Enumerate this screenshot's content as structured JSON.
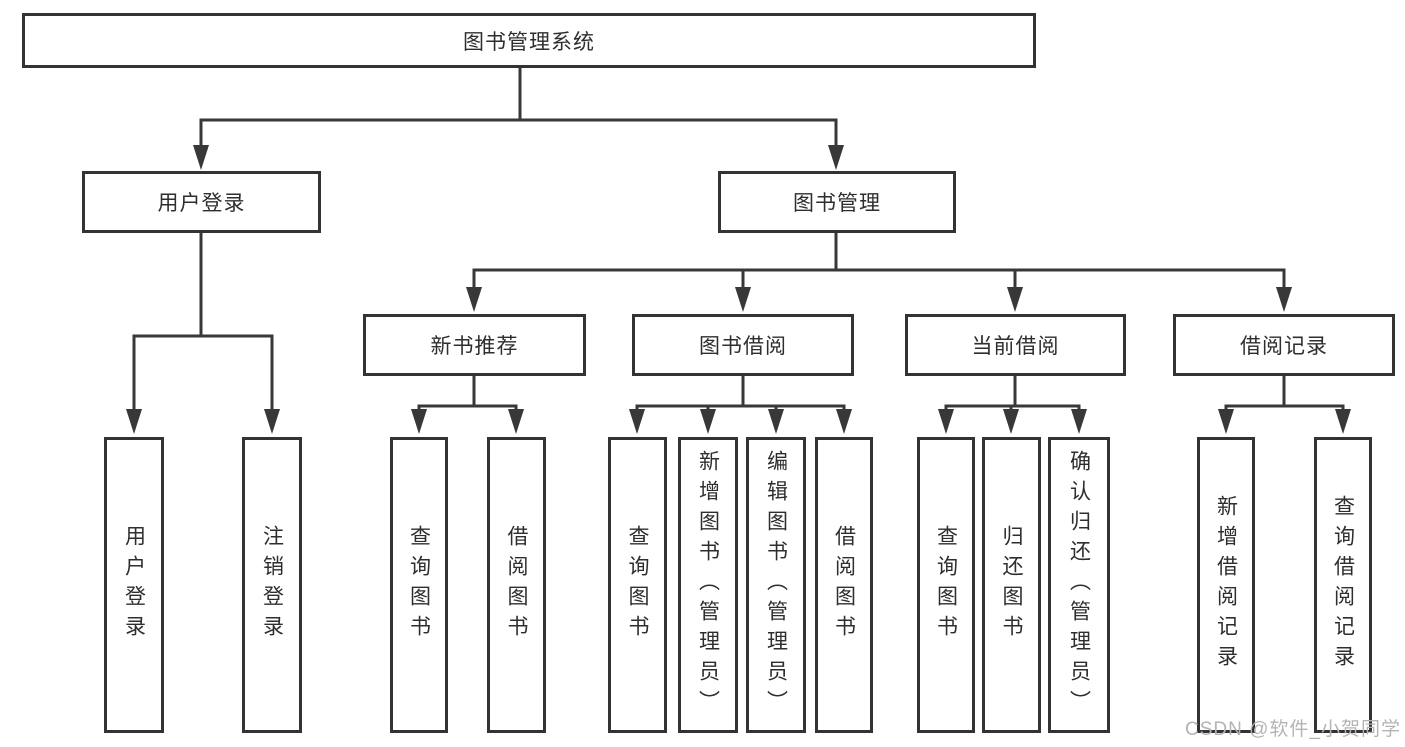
{
  "diagram": {
    "type": "hierarchy-tree",
    "watermark": "CSDN @软件_小贺同学",
    "colors": {
      "line": "#383838",
      "box_border": "#333333",
      "box_fill": "#ffffff",
      "text": "#2e2e2e",
      "watermark": "#b4b4b4",
      "background": "#ffffff"
    }
  },
  "tree": {
    "root": {
      "label": "图书管理系统",
      "children": [
        {
          "label": "用户登录",
          "children": [
            {
              "label": "用户登录"
            },
            {
              "label": "注销登录"
            }
          ]
        },
        {
          "label": "图书管理",
          "children": [
            {
              "label": "新书推荐",
              "children": [
                {
                  "label": "查询图书"
                },
                {
                  "label": "借阅图书"
                }
              ]
            },
            {
              "label": "图书借阅",
              "children": [
                {
                  "label": "查询图书"
                },
                {
                  "label": "新增图书（管理员）"
                },
                {
                  "label": "编辑图书（管理员）"
                },
                {
                  "label": "借阅图书"
                }
              ]
            },
            {
              "label": "当前借阅",
              "children": [
                {
                  "label": "查询图书"
                },
                {
                  "label": "归还图书"
                },
                {
                  "label": "确认归还（管理员）"
                }
              ]
            },
            {
              "label": "借阅记录",
              "children": [
                {
                  "label": "新增借阅记录"
                },
                {
                  "label": "查询借阅记录"
                }
              ]
            }
          ]
        }
      ]
    }
  }
}
